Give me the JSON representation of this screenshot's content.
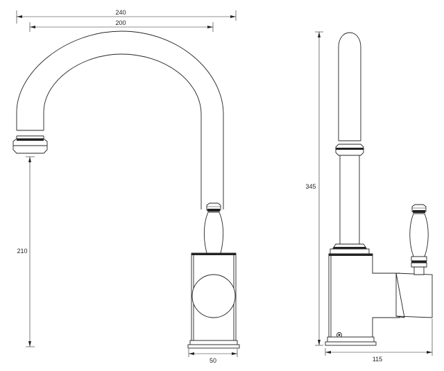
{
  "dimensions": {
    "total_reach": "240",
    "spout_reach": "200",
    "spout_height": "210",
    "base_width_front": "50",
    "total_height": "345",
    "base_depth_side": "115"
  },
  "colors": {
    "line": "#222222",
    "background": "#ffffff"
  }
}
